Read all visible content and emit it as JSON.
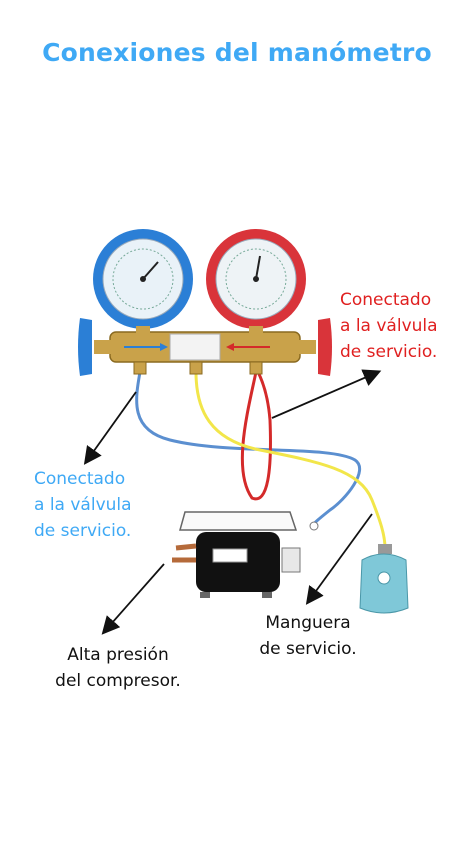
{
  "title": "Conexiones del manómetro",
  "colors": {
    "title": "#3fa9f5",
    "red_label": "#e02020",
    "blue_label": "#3fa9f5",
    "black_label": "#111111",
    "low_gauge": "#2b7fd6",
    "high_gauge": "#d9343a",
    "blue_hose": "#5b8fd0",
    "red_hose": "#d42a2a",
    "yellow_hose": "#f2e64a",
    "cylinder": "#7fc8d8"
  },
  "labels": {
    "high_side": [
      "Conectado",
      "a la válvula",
      "de servicio."
    ],
    "low_side": [
      "Conectado",
      "a la válvula",
      "de servicio."
    ],
    "compressor": [
      "Alta presión",
      "del compresor."
    ],
    "service_hose": [
      "Manguera",
      "de servicio."
    ]
  },
  "icons": {
    "low_gauge": "blue-pressure-gauge-icon",
    "high_gauge": "red-pressure-gauge-icon",
    "compressor": "compressor-icon",
    "cylinder": "refrigerant-cylinder-icon"
  }
}
